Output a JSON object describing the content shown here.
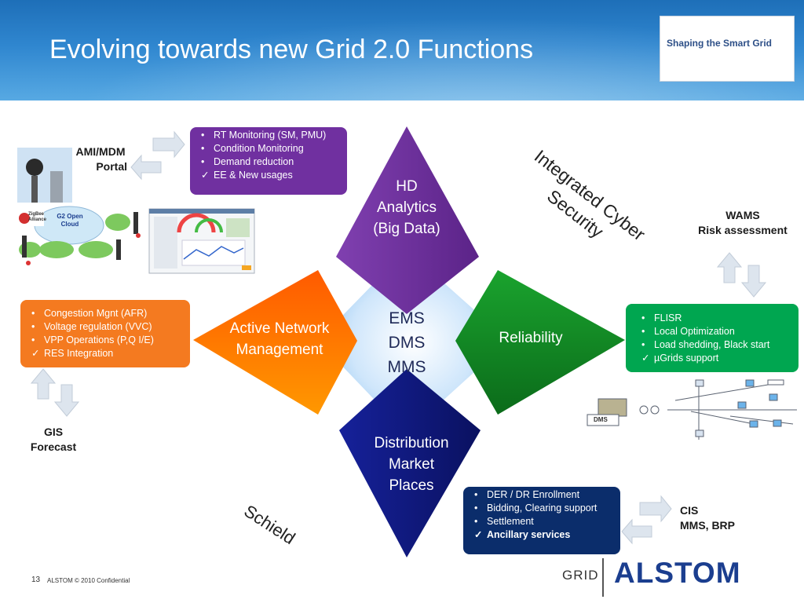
{
  "title": "Evolving towards new Grid 2.0 Functions",
  "badge": "Shaping the Smart Grid",
  "center": [
    "EMS",
    "DMS",
    "MMS"
  ],
  "quadrants": {
    "top": [
      "HD",
      "Analytics",
      "(Big Data)"
    ],
    "left": [
      "Active Network",
      "Management"
    ],
    "right": [
      "Reliability"
    ],
    "bottom": [
      "Distribution",
      "Market",
      "Places"
    ]
  },
  "boxes": {
    "analytics": {
      "color": "#7030a0",
      "items": [
        {
          "marker": "•",
          "text": "RT Monitoring (SM, PMU)"
        },
        {
          "marker": "•",
          "text": "Condition Monitoring"
        },
        {
          "marker": "•",
          "text": "Demand reduction"
        },
        {
          "marker": "✓",
          "text": "EE & New usages"
        }
      ]
    },
    "network": {
      "color": "#f47a20",
      "items": [
        {
          "marker": "•",
          "text": "Congestion Mgnt  (AFR)"
        },
        {
          "marker": "•",
          "text": "Voltage regulation (VVC)"
        },
        {
          "marker": "•",
          "text": "VPP Operations (P,Q I/E)"
        },
        {
          "marker": "✓",
          "text": "RES  Integration"
        }
      ]
    },
    "reliability": {
      "color": "#00a650",
      "items": [
        {
          "marker": "•",
          "text": "FLISR"
        },
        {
          "marker": "•",
          "text": "Local Optimization"
        },
        {
          "marker": "•",
          "text": "Load shedding, Black start"
        },
        {
          "marker": "✓",
          "text": "µGrids support"
        }
      ]
    },
    "market": {
      "color": "#0b2d6b",
      "items": [
        {
          "marker": "•",
          "text": "DER / DR Enrollment"
        },
        {
          "marker": "•",
          "text": "Bidding, Clearing support"
        },
        {
          "marker": "•",
          "text": "Settlement"
        },
        {
          "marker": "✓",
          "text": "Ancillary services"
        }
      ]
    }
  },
  "labels": {
    "ami": [
      "AMI/MDM",
      "Portal"
    ],
    "wams": [
      "WAMS",
      "Risk assessment"
    ],
    "gis": [
      "GIS",
      "Forecast"
    ],
    "cis": [
      "CIS",
      "MMS, BRP"
    ]
  },
  "cloud": [
    "G2 Open",
    "Cloud"
  ],
  "zigbee": [
    "ZigBee",
    "Alliance"
  ],
  "dms_tag": "DMS",
  "cyber": [
    "Integrated Cyber",
    "Security"
  ],
  "schield": "Schield",
  "footer": {
    "page": "13",
    "copyright": "ALSTOM © 2010 Confidential"
  },
  "logo": {
    "grid": "GRID",
    "alstom": "ALSTOM"
  }
}
